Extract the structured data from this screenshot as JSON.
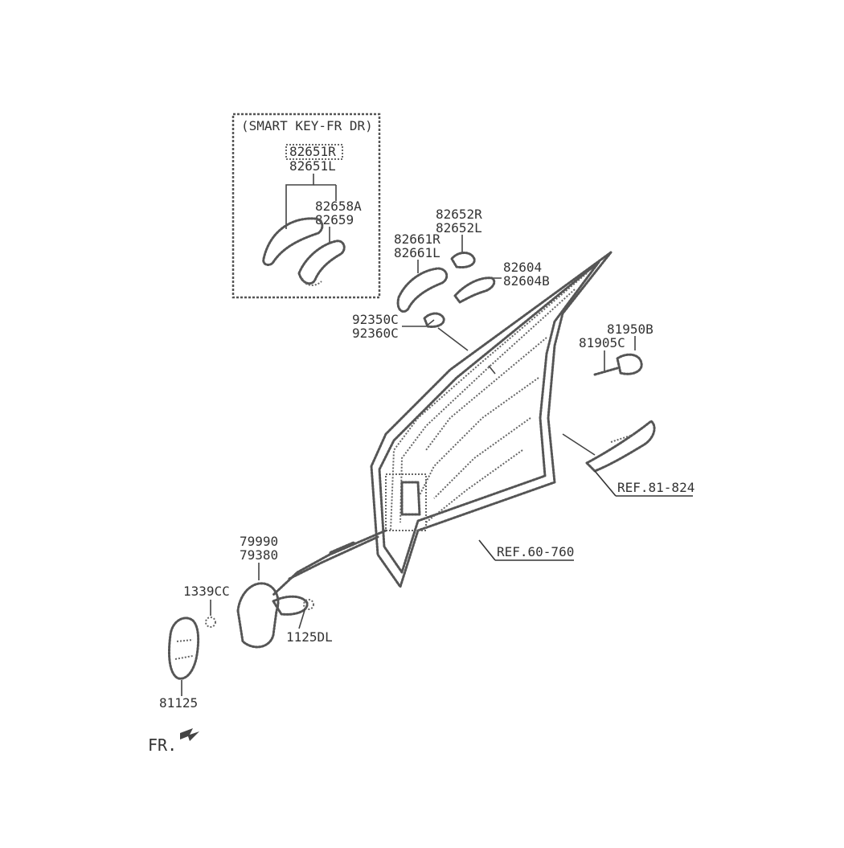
{
  "diagram": {
    "inset_title": "(SMART KEY-FR DR)",
    "labels": {
      "p82651R": "82651R",
      "p82651L": "82651L",
      "p82658A": "82658A",
      "p82659": "82659",
      "p82652R": "82652R",
      "p82652L": "82652L",
      "p82661R": "82661R",
      "p82661L": "82661L",
      "p82604": "82604",
      "p82604B": "82604B",
      "p92350C": "92350C",
      "p92360C": "92360C",
      "p81950B": "81950B",
      "p81905C": "81905C",
      "p79990": "79990",
      "p79380": "79380",
      "p1339CC": "1339CC",
      "p1125DL": "1125DL",
      "p81125": "81125",
      "ref1": "REF.81-824",
      "ref2": "REF.60-760",
      "fr": "FR."
    }
  }
}
